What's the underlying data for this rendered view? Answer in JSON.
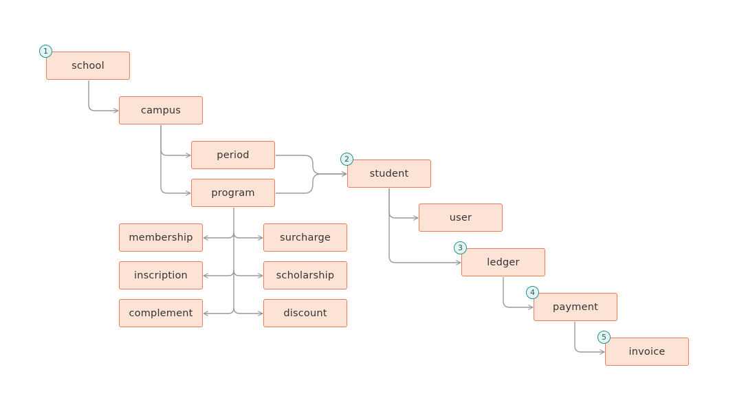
{
  "diagram": {
    "nodes": [
      {
        "id": "school",
        "label": "school",
        "badge": "1"
      },
      {
        "id": "campus",
        "label": "campus"
      },
      {
        "id": "period",
        "label": "period"
      },
      {
        "id": "program",
        "label": "program"
      },
      {
        "id": "student",
        "label": "student",
        "badge": "2"
      },
      {
        "id": "user",
        "label": "user"
      },
      {
        "id": "ledger",
        "label": "ledger",
        "badge": "3"
      },
      {
        "id": "payment",
        "label": "payment",
        "badge": "4"
      },
      {
        "id": "invoice",
        "label": "invoice",
        "badge": "5"
      },
      {
        "id": "membership",
        "label": "membership"
      },
      {
        "id": "inscription",
        "label": "inscription"
      },
      {
        "id": "complement",
        "label": "complement"
      },
      {
        "id": "surcharge",
        "label": "surcharge"
      },
      {
        "id": "scholarship",
        "label": "scholarship"
      },
      {
        "id": "discount",
        "label": "discount"
      }
    ],
    "edges": [
      {
        "from": "school",
        "to": "campus"
      },
      {
        "from": "campus",
        "to": "period"
      },
      {
        "from": "campus",
        "to": "program"
      },
      {
        "from": "period",
        "to": "student"
      },
      {
        "from": "program",
        "to": "student"
      },
      {
        "from": "student",
        "to": "user"
      },
      {
        "from": "student",
        "to": "ledger"
      },
      {
        "from": "ledger",
        "to": "payment"
      },
      {
        "from": "payment",
        "to": "invoice"
      },
      {
        "from": "program",
        "to": "membership"
      },
      {
        "from": "program",
        "to": "inscription"
      },
      {
        "from": "program",
        "to": "complement"
      },
      {
        "from": "program",
        "to": "surcharge"
      },
      {
        "from": "program",
        "to": "scholarship"
      },
      {
        "from": "program",
        "to": "discount"
      }
    ],
    "colors": {
      "node_fill": "#fde3d6",
      "node_border": "#ee7a55",
      "connector": "#999999",
      "badge_fill": "#e2f5f3",
      "badge_border": "#2a8c88"
    }
  }
}
